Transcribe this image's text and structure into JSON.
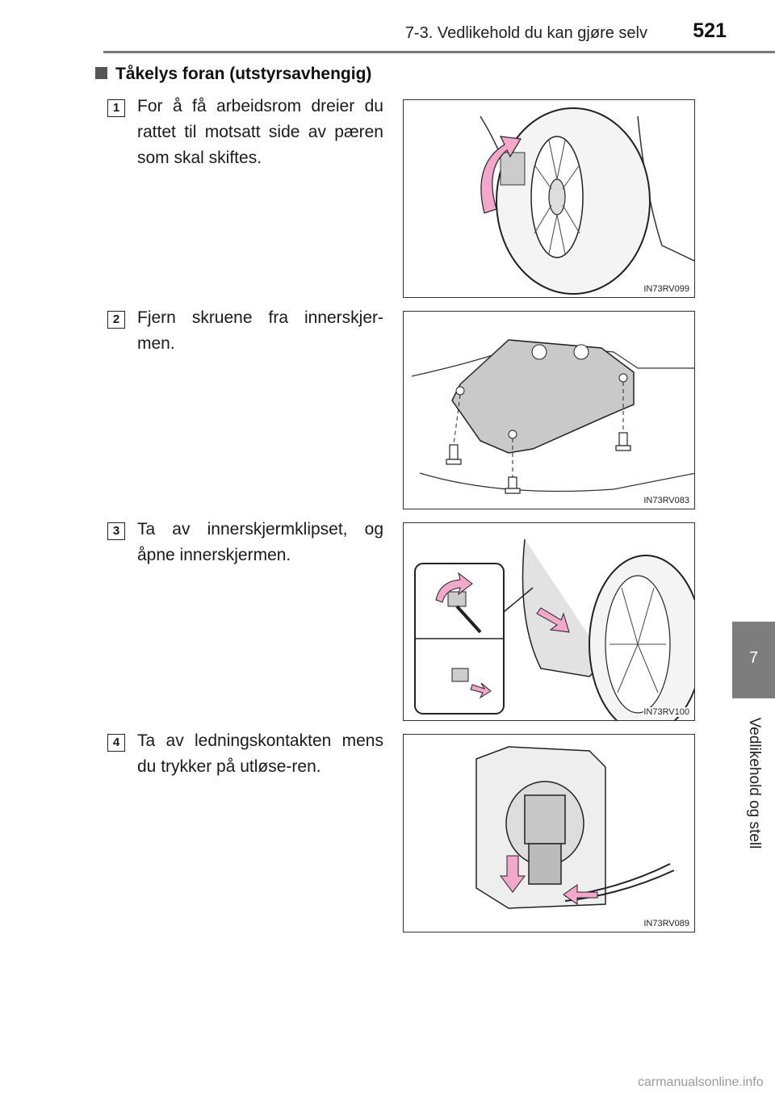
{
  "header": {
    "title": "7-3. Vedlikehold du kan gjøre selv",
    "page_number": "521"
  },
  "side_tab": {
    "chapter_number": "7",
    "chapter_title": "Vedlikehold og stell"
  },
  "section": {
    "title": "Tåkelys foran (utstyrsavhengig)"
  },
  "steps": [
    {
      "number": "1",
      "text": "For å få arbeidsrom dreier du rattet til motsatt side av pæren som skal skiftes.",
      "figure_code": "IN73RV099"
    },
    {
      "number": "2",
      "text": "Fjern skruene fra innerskjer-men.",
      "figure_code": "IN73RV083"
    },
    {
      "number": "3",
      "text": "Ta av innerskjermklipset, og åpne innerskjermen.",
      "figure_code": "IN73RV100"
    },
    {
      "number": "4",
      "text": "Ta av ledningskontakten mens du trykker på utløse-ren.",
      "figure_code": "IN73RV089"
    }
  ],
  "footer": {
    "watermark": "carmanualsonline.info"
  },
  "colors": {
    "arrow_pink": "#f2a8c8",
    "tab_gray": "#7d7d7d"
  }
}
